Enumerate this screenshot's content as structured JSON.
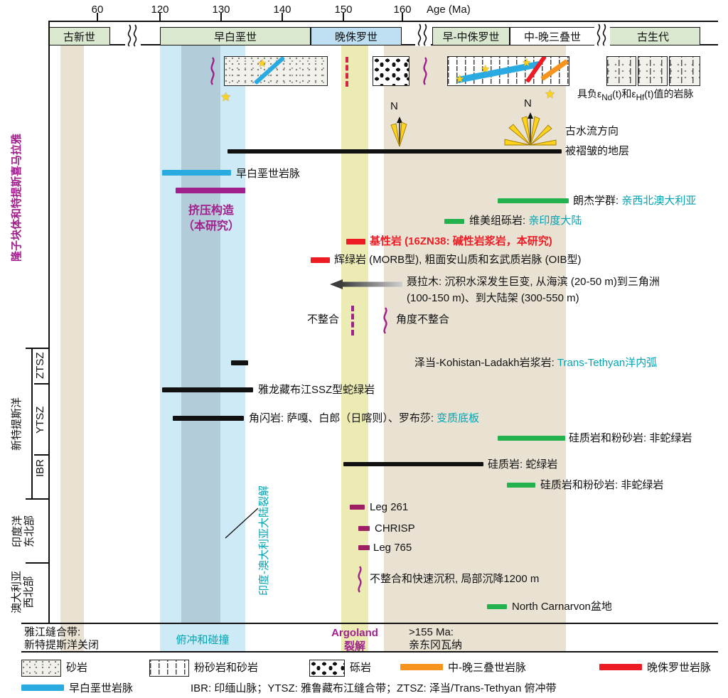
{
  "colors": {
    "accent_cyan": "#00a3b4",
    "purple": "#a0218c",
    "red": "#ed1c24",
    "green": "#22b14c",
    "blue": "#29abe2",
    "orange": "#f7941d",
    "yellow_band": "#ecebb4",
    "beige_band": "#e9e2d3",
    "blue_band": "#cdeaf6",
    "dark_blue_band": "#b3ccd9",
    "green_period": "#d9e8cf",
    "blue_period": "#bfe0f2"
  },
  "icons": {
    "star": "★"
  },
  "axis": {
    "title": "Age (Ma)",
    "ticks": [
      "60",
      "120",
      "130",
      "140",
      "150",
      "160"
    ]
  },
  "periods": {
    "paleocene": "古新世",
    "early_cretaceous": "早白垩世",
    "late_jurassic": "晚侏罗世",
    "early_mid_jurassic": "早-中侏罗世",
    "mid_late_triassic": "中-晚三叠世",
    "paleozoic": "古生代"
  },
  "left": {
    "lhunze": "隆子块体和特提斯喜马拉雅",
    "neotethys": "新特提斯洋",
    "ztsz": "ZTSZ",
    "ytsz": "YTSZ",
    "ibr": "IBR",
    "ne_indian_1": "印度洋",
    "ne_indian_2": "东北部",
    "nw_aus_1": "澳大利亚",
    "nw_aus_2": "西北部"
  },
  "top": {
    "dyke_note_p1": "具负ε",
    "dyke_note_s1": "Nd",
    "dyke_note_p2": "(t)和ε",
    "dyke_note_s2": "Hf",
    "dyke_note_p3": "(t)值的岩脉",
    "north": "N",
    "paleocurrent": "古水流方向",
    "folded": "被褶皱的地层"
  },
  "rows": {
    "ec_dykes": "早白垩世岩脉",
    "compression_1": "挤压构造",
    "compression_2": "（本研究）",
    "langjiexue_black": "朗杰学群: ",
    "langjiexue_cyan": "亲西北澳大利亚",
    "weimei_black": "维美组砾岩: ",
    "weimei_cyan": "亲印度大陆",
    "mafic": "基性岩 (16ZN38: 碱性岩浆岩，本研究)",
    "diabase": "辉绿岩 (MORB型), 粗面安山质和玄武质岩脉 (OIB型)",
    "nyalam_1": "聂拉木: 沉积水深发生巨变, 从海滨 (20-50 m)到三角洲",
    "nyalam_2": "(100-150 m)、到大陆架 (300-550 m)",
    "unconformity": "不整合",
    "angular_unconformity": "角度不整合",
    "zedong_black": "泽当-Kohistan-Ladakh岩浆岩: ",
    "zedong_cyan": "Trans-Tethyan洋内弧",
    "yarlung": "雅龙藏布江SSZ型蛇绿岩",
    "amphibolite_black": "角闪岩: 萨嘎、白郎（日喀则）、罗布莎: ",
    "amphibolite_cyan": "变质底板",
    "chert_non1": "硅质岩和粉砂岩: 非蛇绿岩",
    "chert_oph": "硅质岩: 蛇绿岩",
    "chert_non2": "硅质岩和粉砂岩: 非蛇绿岩",
    "leg261": "Leg 261",
    "chrisp": "CHRISP",
    "leg765": "Leg 765",
    "breakup": "印度-澳大利亚大陆裂解",
    "rapid": "不整合和快速沉积, 局部沉降1200 m",
    "carnarvon": "North Carnarvon盆地"
  },
  "bottom": {
    "suture_1": "雅江缝合带:",
    "suture_2": "新特提斯洋关闭",
    "subduction": "俯冲和碰撞",
    "argoland_1": "Argoland",
    "argoland_2": "裂解",
    "gondwana_1": ">155 Ma:",
    "gondwana_2": "亲东冈瓦纳"
  },
  "legend": {
    "sandstone": "砂岩",
    "siltstone": "粉砂岩和砂岩",
    "conglomerate": "砾岩",
    "triassic_dykes": "中-晚三叠世岩脉",
    "jurassic_dykes": "晚侏罗世岩脉",
    "cretaceous_dykes": "早白垩世岩脉",
    "abbrev": "IBR: 印缅山脉；YTSZ: 雅鲁藏布江缝合带；ZTSZ: 泽当/Trans-Tethyan 俯冲带"
  }
}
